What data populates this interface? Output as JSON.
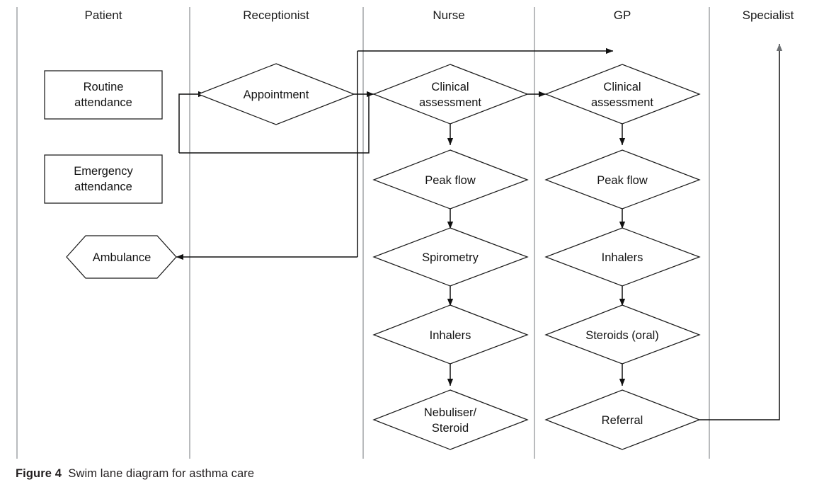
{
  "figure": {
    "caption_label": "Figure 4",
    "caption_text": "Swim lane diagram for asthma care"
  },
  "colors": {
    "lane_divider": "#b9bbbd",
    "shape_stroke": "#1b1b1b",
    "connector": "#111111",
    "text": "#141414",
    "background": "#ffffff"
  },
  "lanes": [
    {
      "id": "patient",
      "label": "Patient"
    },
    {
      "id": "receptionist",
      "label": "Receptionist"
    },
    {
      "id": "nurse",
      "label": "Nurse"
    },
    {
      "id": "gp",
      "label": "GP"
    },
    {
      "id": "specialist",
      "label": "Specialist"
    }
  ],
  "chart_data": {
    "type": "diagram",
    "title": "Swim lane diagram for asthma care",
    "lanes": [
      "Patient",
      "Receptionist",
      "Nurse",
      "GP",
      "Specialist"
    ],
    "nodes": [
      {
        "id": "routine",
        "lane": "Patient",
        "shape": "rectangle",
        "label_lines": [
          "Routine",
          "attendance"
        ]
      },
      {
        "id": "emergency",
        "lane": "Patient",
        "shape": "rectangle",
        "label_lines": [
          "Emergency",
          "attendance"
        ]
      },
      {
        "id": "ambulance",
        "lane": "Patient",
        "shape": "hexagon",
        "label_lines": [
          "Ambulance"
        ]
      },
      {
        "id": "appointment",
        "lane": "Receptionist",
        "shape": "diamond",
        "label_lines": [
          "Appointment"
        ]
      },
      {
        "id": "nurse-clinical",
        "lane": "Nurse",
        "shape": "diamond",
        "label_lines": [
          "Clinical",
          "assessment"
        ]
      },
      {
        "id": "nurse-peakflow",
        "lane": "Nurse",
        "shape": "diamond",
        "label_lines": [
          "Peak flow"
        ]
      },
      {
        "id": "nurse-spirometry",
        "lane": "Nurse",
        "shape": "diamond",
        "label_lines": [
          "Spirometry"
        ]
      },
      {
        "id": "nurse-inhalers",
        "lane": "Nurse",
        "shape": "diamond",
        "label_lines": [
          "Inhalers"
        ]
      },
      {
        "id": "nurse-nebuliser",
        "lane": "Nurse",
        "shape": "diamond",
        "label_lines": [
          "Nebuliser/",
          "Steroid"
        ]
      },
      {
        "id": "gp-clinical",
        "lane": "GP",
        "shape": "diamond",
        "label_lines": [
          "Clinical",
          "assessment"
        ]
      },
      {
        "id": "gp-peakflow",
        "lane": "GP",
        "shape": "diamond",
        "label_lines": [
          "Peak flow"
        ]
      },
      {
        "id": "gp-inhalers",
        "lane": "GP",
        "shape": "diamond",
        "label_lines": [
          "Inhalers"
        ]
      },
      {
        "id": "gp-steroids",
        "lane": "GP",
        "shape": "diamond",
        "label_lines": [
          "Steroids (oral)"
        ]
      },
      {
        "id": "gp-referral",
        "lane": "GP",
        "shape": "diamond",
        "label_lines": [
          "Referral"
        ]
      }
    ],
    "edges": [
      {
        "from": "routine-path",
        "to": "appointment",
        "style": "arrow"
      },
      {
        "from": "appointment",
        "to": "nurse-clinical",
        "style": "arrow"
      },
      {
        "from": "nurse-clinical-loop",
        "to": "appointment",
        "style": "arrow"
      },
      {
        "from": "nurse-entry",
        "to": "gp-clinical",
        "style": "arrow"
      },
      {
        "from": "nurse-clinical",
        "to": "nurse-peakflow",
        "style": "arrow"
      },
      {
        "from": "nurse-peakflow",
        "to": "nurse-spirometry",
        "style": "arrow"
      },
      {
        "from": "nurse-spirometry",
        "to": "nurse-inhalers",
        "style": "arrow"
      },
      {
        "from": "nurse-inhalers",
        "to": "nurse-nebuliser",
        "style": "arrow"
      },
      {
        "from": "nurse-entry",
        "to": "ambulance",
        "style": "arrow"
      },
      {
        "from": "nurse-clinical",
        "to": "gp-clinical",
        "style": "arrow"
      },
      {
        "from": "gp-clinical",
        "to": "gp-peakflow",
        "style": "arrow"
      },
      {
        "from": "gp-peakflow",
        "to": "gp-inhalers",
        "style": "arrow"
      },
      {
        "from": "gp-inhalers",
        "to": "gp-steroids",
        "style": "arrow"
      },
      {
        "from": "gp-steroids",
        "to": "gp-referral",
        "style": "arrow"
      },
      {
        "from": "gp-referral",
        "to": "specialist",
        "style": "arrow"
      }
    ]
  },
  "nodes": {
    "routine": {
      "line1": "Routine",
      "line2": "attendance"
    },
    "emergency": {
      "line1": "Emergency",
      "line2": "attendance"
    },
    "ambulance": {
      "line1": "Ambulance"
    },
    "appointment": {
      "line1": "Appointment"
    },
    "nurse_clinical": {
      "line1": "Clinical",
      "line2": "assessment"
    },
    "nurse_peakflow": {
      "line1": "Peak flow"
    },
    "nurse_spirometry": {
      "line1": "Spirometry"
    },
    "nurse_inhalers": {
      "line1": "Inhalers"
    },
    "nurse_nebuliser": {
      "line1": "Nebuliser/",
      "line2": "Steroid"
    },
    "gp_clinical": {
      "line1": "Clinical",
      "line2": "assessment"
    },
    "gp_peakflow": {
      "line1": "Peak flow"
    },
    "gp_inhalers": {
      "line1": "Inhalers"
    },
    "gp_steroids": {
      "line1": "Steroids (oral)"
    },
    "gp_referral": {
      "line1": "Referral"
    }
  }
}
